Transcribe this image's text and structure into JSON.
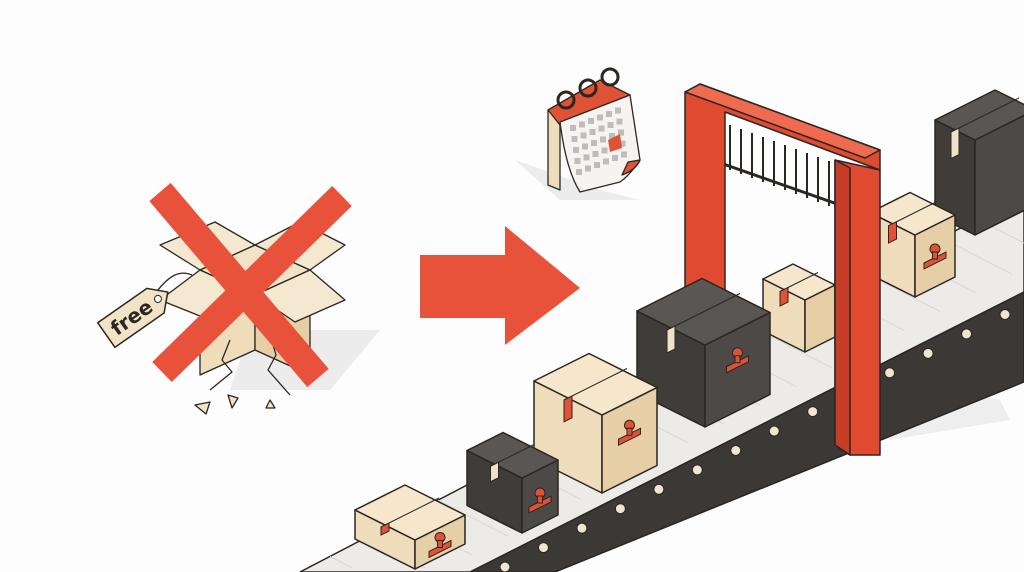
{
  "tag": {
    "label": "free"
  },
  "colors": {
    "accent": "#e8523a",
    "beige": "#f3e3c6",
    "dark": "#4a4745",
    "belt": "#ececea",
    "belt_side": "#3b3836"
  },
  "boxes": [
    {
      "kind": "beige",
      "stamp": true
    },
    {
      "kind": "dark",
      "stamp": true
    },
    {
      "kind": "beige",
      "stamp": true
    },
    {
      "kind": "dark",
      "stamp": true
    },
    {
      "kind": "beige",
      "stamp": false
    },
    {
      "kind": "beige",
      "stamp": true
    },
    {
      "kind": "dark",
      "stamp": false
    }
  ]
}
